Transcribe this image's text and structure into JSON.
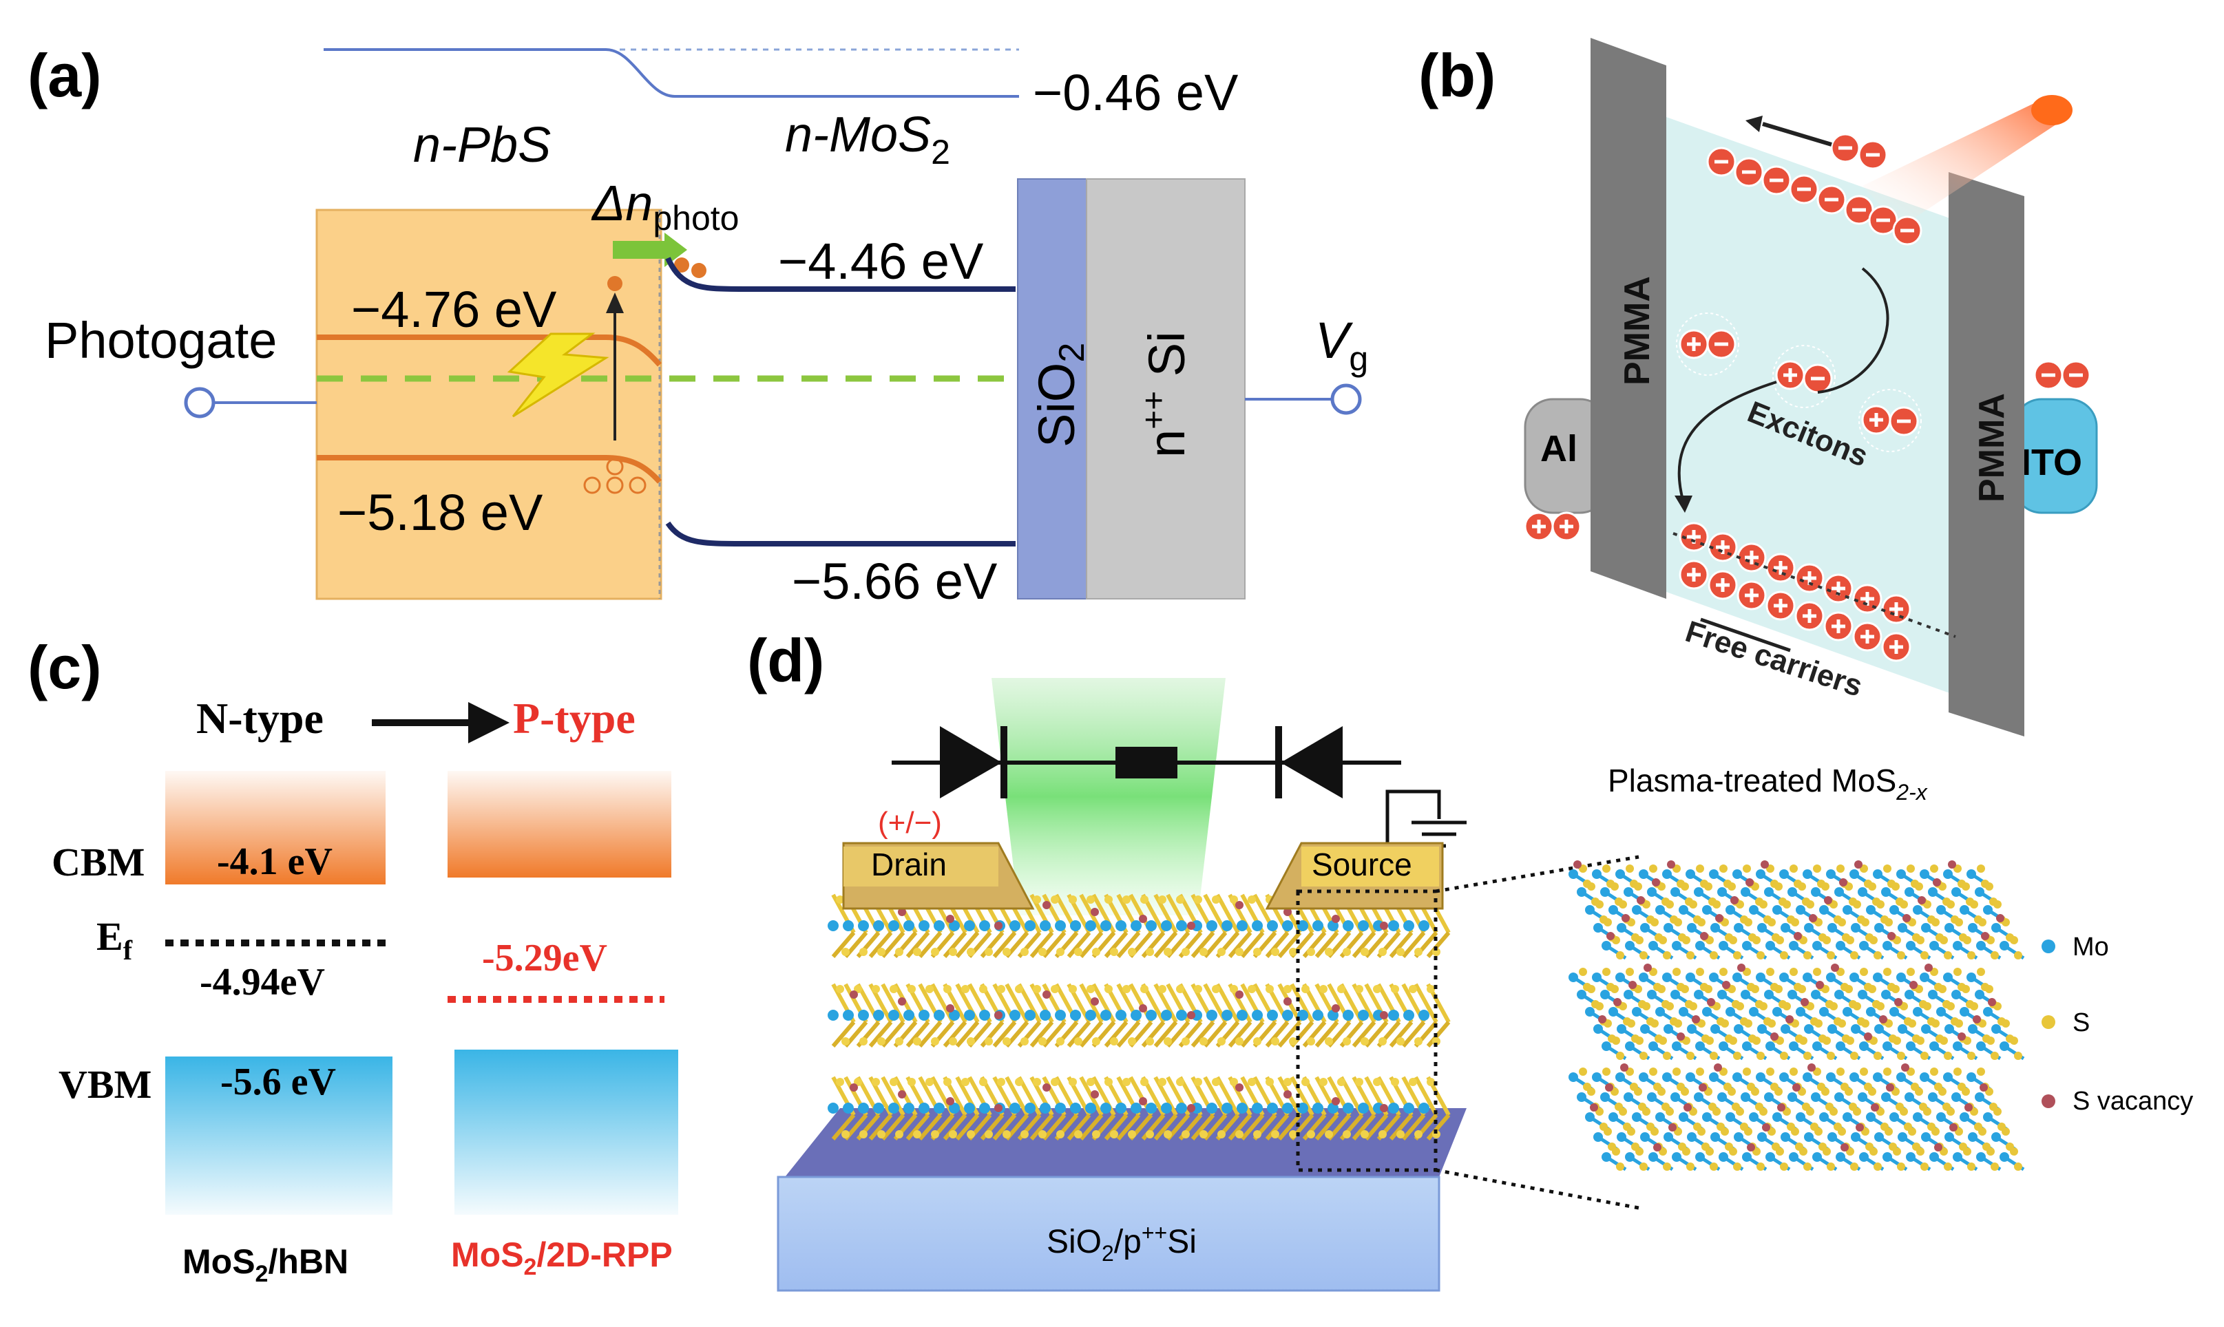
{
  "panel_a": {
    "label": "(a)",
    "pbs_label": "n-PbS",
    "mos2_label_prefix": "n-MoS",
    "mos2_label_sub": "2",
    "vacuum_energy": "−0.46 eV",
    "photogate_label": "Photogate",
    "delta_n_main": "Δn",
    "delta_n_sub": "photo",
    "pbs_cb_energy": "−4.76 eV",
    "pbs_vb_energy": "−5.18 eV",
    "mos2_cb_energy": "−4.46 eV",
    "mos2_vb_energy": "−5.66 eV",
    "sio2_main": "SiO",
    "sio2_sub": "2",
    "si_main": "n",
    "si_sup": "++",
    "si_tail": " Si",
    "vg_main": "V",
    "vg_sub": "g",
    "colors": {
      "pbs_fill": "#fbd089",
      "sio2": "#8e9fd8",
      "si": "#c8c8c8",
      "mos2_band": "#1e2a66",
      "pbs_band": "#e0772a",
      "fermi": "#8cc63f"
    }
  },
  "panel_b": {
    "label": "(b)",
    "pmma_left": "PMMA",
    "pmma_right": "PMMA",
    "al_label": "Al",
    "ito_label": "ITO",
    "excitons_label": "Excitons",
    "free_carriers_label": "Free carriers",
    "colors": {
      "pmma": "#7a7a7a",
      "region": "#d9f1f1",
      "carrier": "#e8503a",
      "ito": "#5fc3e4"
    }
  },
  "panel_c": {
    "label": "(c)",
    "ntype_label": "N-type",
    "ptype_label": "P-type",
    "cbm_label": "CBM",
    "ef_label_main": "E",
    "ef_label_sub": "f",
    "vbm_label": "VBM",
    "n_cbm_energy": "-4.1 eV",
    "n_ef_energy": "-4.94eV",
    "n_vbm_energy": "-5.6 eV",
    "p_ef_energy": "-5.29eV",
    "n_material_main": "MoS",
    "n_material_sub": "2",
    "n_material_tail": "/hBN",
    "p_material_main": "MoS",
    "p_material_sub": "2",
    "p_material_tail": "/2D-RPP",
    "colors": {
      "cbm": "#f07a2a",
      "vbm": "#3ab5e6",
      "p_text": "#e8322a"
    }
  },
  "panel_d": {
    "label": "(d)",
    "polarity_label": "(+/−)",
    "drain_label": "Drain",
    "source_label": "Source",
    "substrate_main": "SiO",
    "substrate_sub": "2",
    "substrate_mid": "/p",
    "substrate_sup": "++",
    "substrate_tail": "Si",
    "plasma_main": "Plasma-treated MoS",
    "plasma_sub": "2-x",
    "legend": [
      {
        "label": "Mo",
        "color": "#29a3e0"
      },
      {
        "label": "S",
        "color": "#e8c63a"
      },
      {
        "label": "S vacancy",
        "color": "#b0505a"
      }
    ]
  }
}
